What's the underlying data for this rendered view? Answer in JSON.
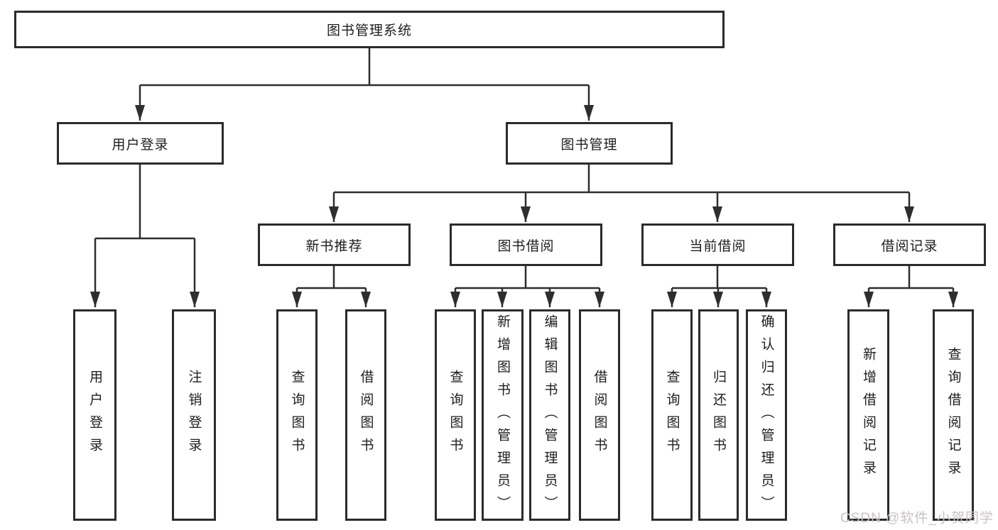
{
  "diagram": {
    "root": "图书管理系统",
    "children": [
      {
        "label": "用户登录",
        "children": [
          "用户登录",
          "注销登录"
        ]
      },
      {
        "label": "图书管理",
        "children": [
          {
            "label": "新书推荐",
            "children": [
              "查询图书",
              "借阅图书"
            ]
          },
          {
            "label": "图书借阅",
            "children": [
              "查询图书",
              "新增图书（管理员）",
              "编辑图书（管理员）",
              "借阅图书"
            ]
          },
          {
            "label": "当前借阅",
            "children": [
              "查询图书",
              "归还图书",
              "确认归还（管理员）"
            ]
          },
          {
            "label": "借阅记录",
            "children": [
              "新增借阅记录",
              "查询借阅记录"
            ]
          }
        ]
      }
    ]
  },
  "watermark": "CSDN @软件_小贺同学",
  "colors": {
    "line": "#2e2e2e",
    "border": "#2b2b2b",
    "text": "#1d1d1d",
    "watermark": "#c9c2c5",
    "background": "#ffffff"
  }
}
